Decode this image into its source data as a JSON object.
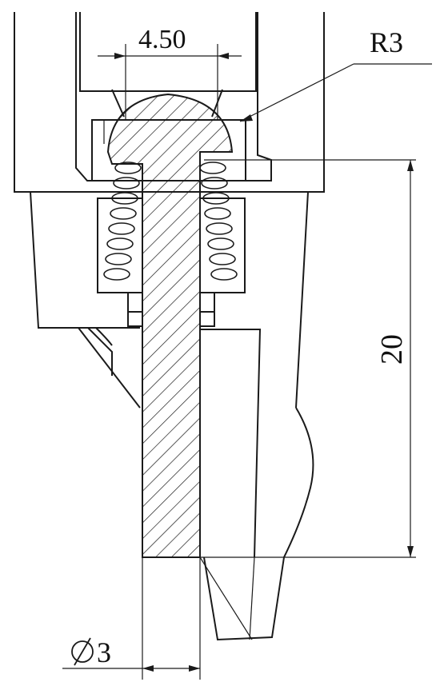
{
  "drawing": {
    "type": "mechanical cross-section",
    "labels": {
      "width_dimension": "4.50",
      "radius_callout": "R3",
      "length_dimension": "20",
      "diameter_dimension": "3"
    },
    "line_color": "#1a1a1a",
    "background_color": "#ffffff"
  }
}
